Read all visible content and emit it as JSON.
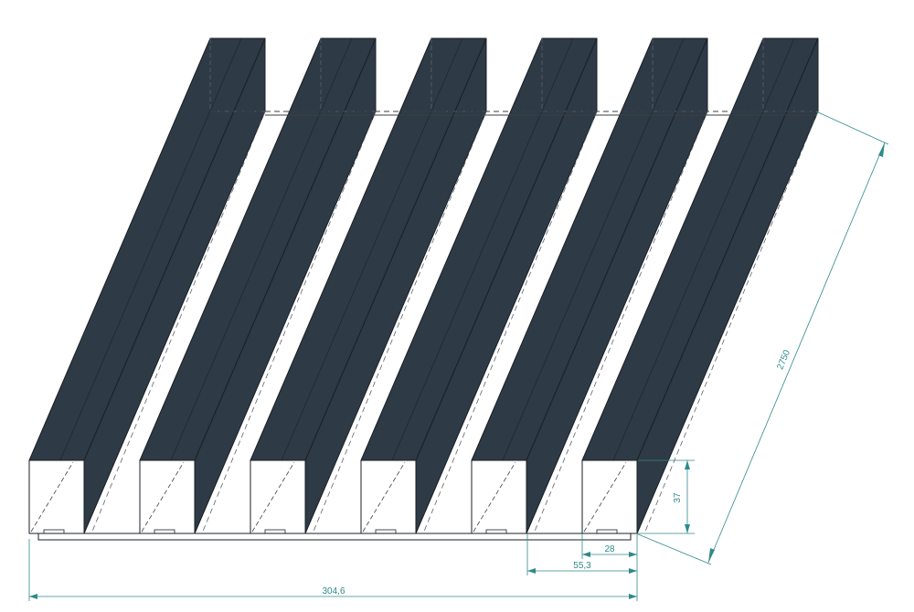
{
  "colors": {
    "slat_fill": "#2e3a45",
    "outline": "#1a1f24",
    "end_face": "#ffffff",
    "dimension": "#2f8a8a",
    "hidden_line": "#3a3f44",
    "background": "#ffffff"
  },
  "drawing": {
    "slat_count": 6,
    "dimensions": {
      "length": "2750",
      "height": "37",
      "slat_width": "28",
      "pitch": "55,3",
      "total_width": "304,6"
    }
  }
}
